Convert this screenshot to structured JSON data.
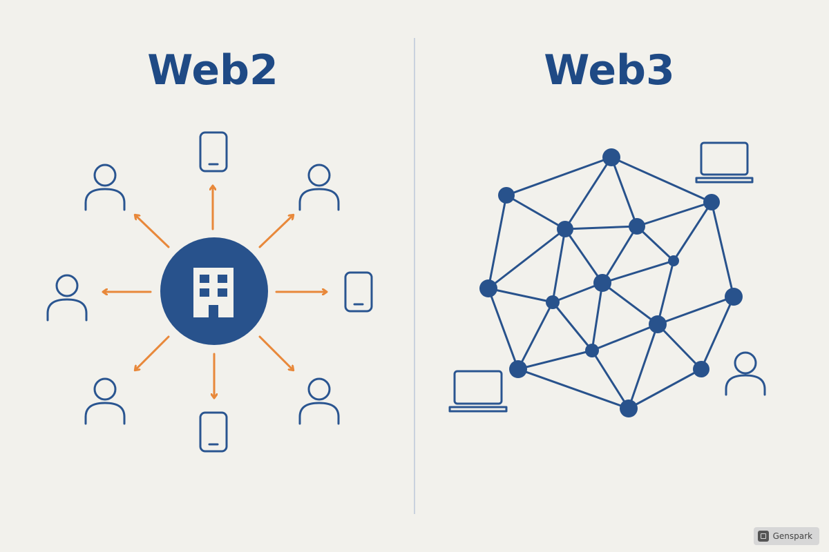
{
  "left": {
    "title": "Web2"
  },
  "right": {
    "title": "Web3"
  },
  "badge": {
    "label": "Genspark"
  },
  "colors": {
    "background": "#f2f1ec",
    "primary": "#1f4a85",
    "node": "#28528c",
    "arrow": "#e8883a",
    "divider": "#c9d2de"
  },
  "icons": {
    "center": "building-icon",
    "clients": [
      "user-icon",
      "phone-icon",
      "laptop-icon"
    ]
  }
}
